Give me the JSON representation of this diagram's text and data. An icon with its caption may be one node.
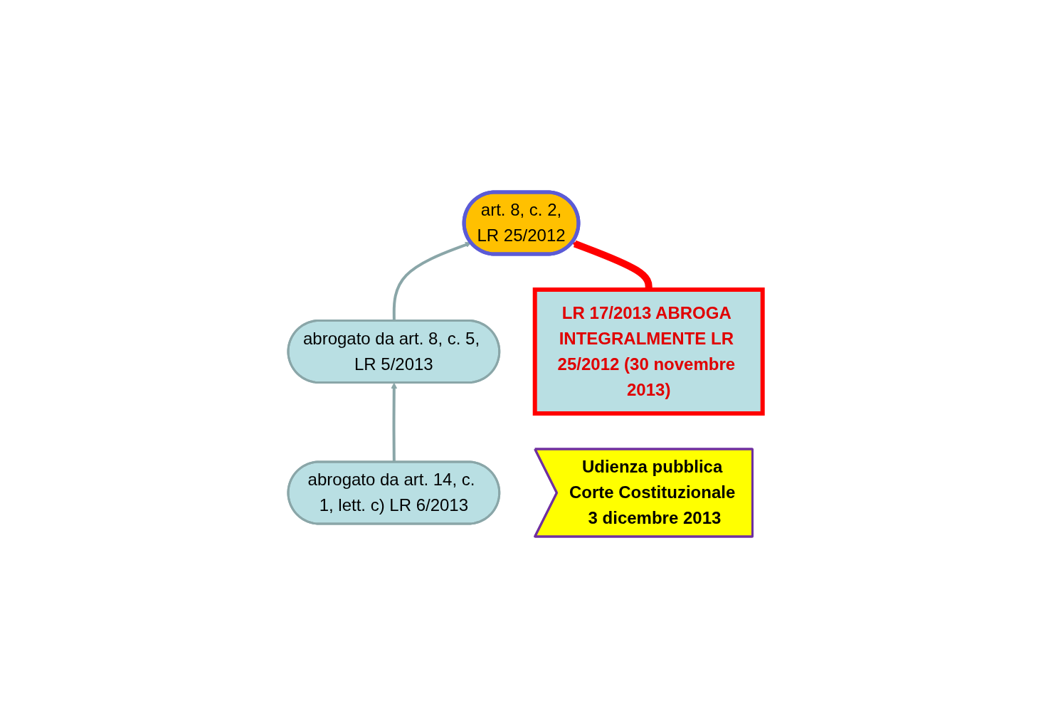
{
  "diagram": {
    "nodes": [
      {
        "text": [
          "art. 8, c. 2,",
          "LR 25/2012"
        ]
      },
      {
        "text": [
          "abrogato da art. 8, c. 5, LR 5/2013"
        ]
      },
      {
        "text": [
          "abrogato da art. 14, c. 1, lett. c) LR 6/2013"
        ]
      },
      {
        "text": [
          "LR 17/2013 ABROGA INTEGRALMENTE LR 25/2012 (30 novembre 2013)"
        ]
      },
      {
        "text": [
          "Udienza pubblica Corte Costituzionale 3 dicembre 2013"
        ]
      }
    ],
    "edges": [
      {
        "from": 2,
        "to": 1,
        "arrow": "to"
      },
      {
        "from": 1,
        "to": 0,
        "arrow": "to"
      },
      {
        "from": 3,
        "to": 0,
        "arrow": "to",
        "style": "thick",
        "color": "#ff0000"
      }
    ]
  }
}
